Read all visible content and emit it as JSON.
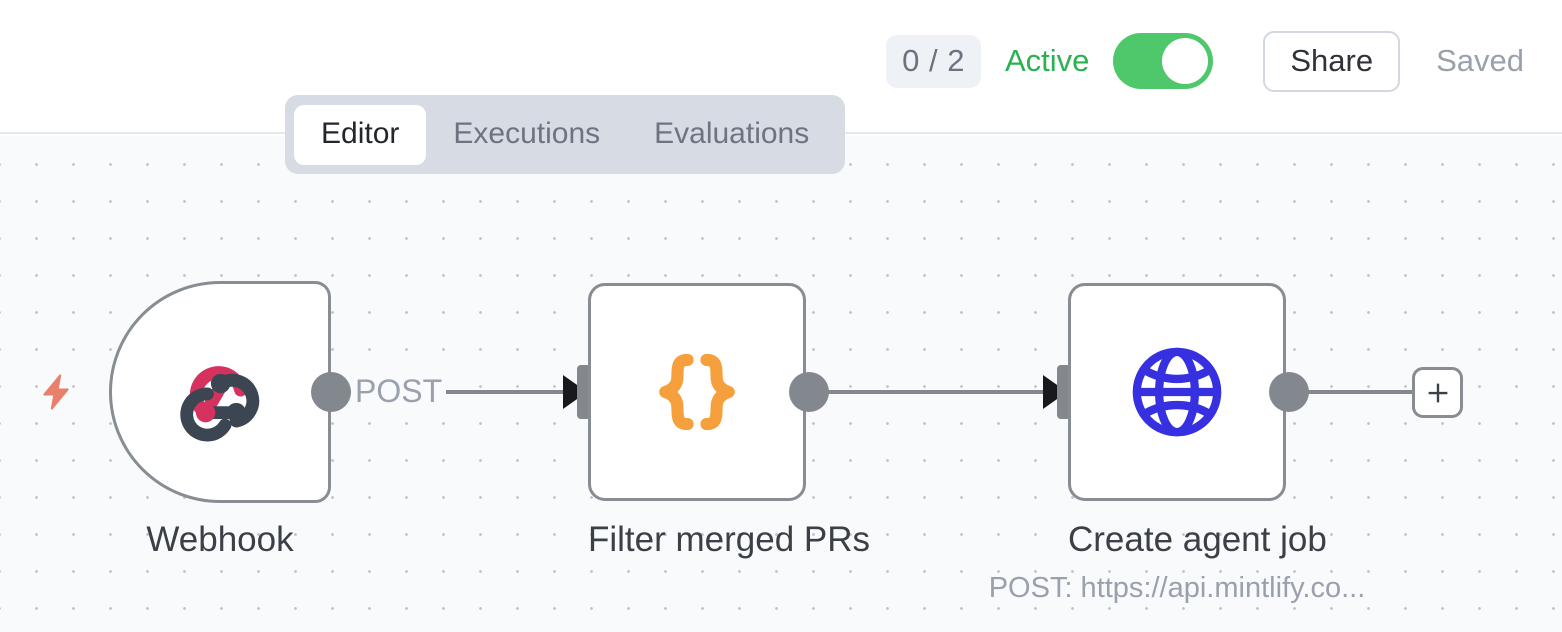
{
  "header": {
    "count_badge": "0 / 2",
    "active_label": "Active",
    "toggle_state": "on",
    "toggle_color": "#4fc76b",
    "share_label": "Share",
    "saved_label": "Saved"
  },
  "tabs": [
    {
      "label": "Editor",
      "active": true
    },
    {
      "label": "Executions",
      "active": false
    },
    {
      "label": "Evaluations",
      "active": false
    }
  ],
  "canvas": {
    "background_color": "#f8fafc",
    "dot_color": "#c2c7d0",
    "trigger_bolt_color": "#e8806b",
    "add_button_label": "+"
  },
  "nodes": [
    {
      "id": "webhook",
      "label": "Webhook",
      "sublabel": "",
      "icon": "webhook-icon",
      "icon_colors": [
        "#d6325f",
        "#3b4652"
      ],
      "shape": "trigger"
    },
    {
      "id": "filter",
      "label": "Filter merged PRs",
      "sublabel": "",
      "icon": "curly-braces-icon",
      "icon_colors": [
        "#f5a03c"
      ],
      "shape": "square"
    },
    {
      "id": "http",
      "label": "Create agent job",
      "sublabel": "POST: https://api.mintlify.co...",
      "icon": "globe-icon",
      "icon_colors": [
        "#3730e0"
      ],
      "shape": "square"
    }
  ],
  "edges": [
    {
      "from": "webhook",
      "to": "filter",
      "label": "POST"
    },
    {
      "from": "filter",
      "to": "http",
      "label": ""
    }
  ]
}
